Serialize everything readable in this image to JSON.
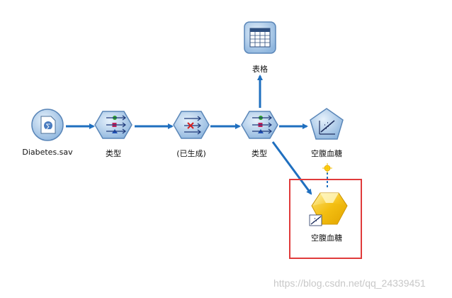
{
  "stream": {
    "nodes": [
      {
        "id": "source",
        "label": "Diabetes.sav",
        "icon": "sav-source-icon"
      },
      {
        "id": "type1",
        "label": "类型",
        "icon": "type-node-icon"
      },
      {
        "id": "filter",
        "label": "(已生成)",
        "icon": "filter-node-icon"
      },
      {
        "id": "type2",
        "label": "类型",
        "icon": "type-node-icon"
      },
      {
        "id": "model",
        "label": "空腹血糖",
        "icon": "modeling-node-icon"
      },
      {
        "id": "table",
        "label": "表格",
        "icon": "table-output-icon"
      },
      {
        "id": "nugget",
        "label": "空腹血糖",
        "icon": "model-nugget-icon"
      }
    ]
  },
  "watermark": "https://blog.csdn.net/qq_24339451",
  "colors": {
    "connector": "#1f6fbf",
    "highlight": "#e03b3b",
    "node_fill": "#a9c8e8",
    "node_border": "#5a86b8",
    "nugget": "#f2c31b"
  }
}
